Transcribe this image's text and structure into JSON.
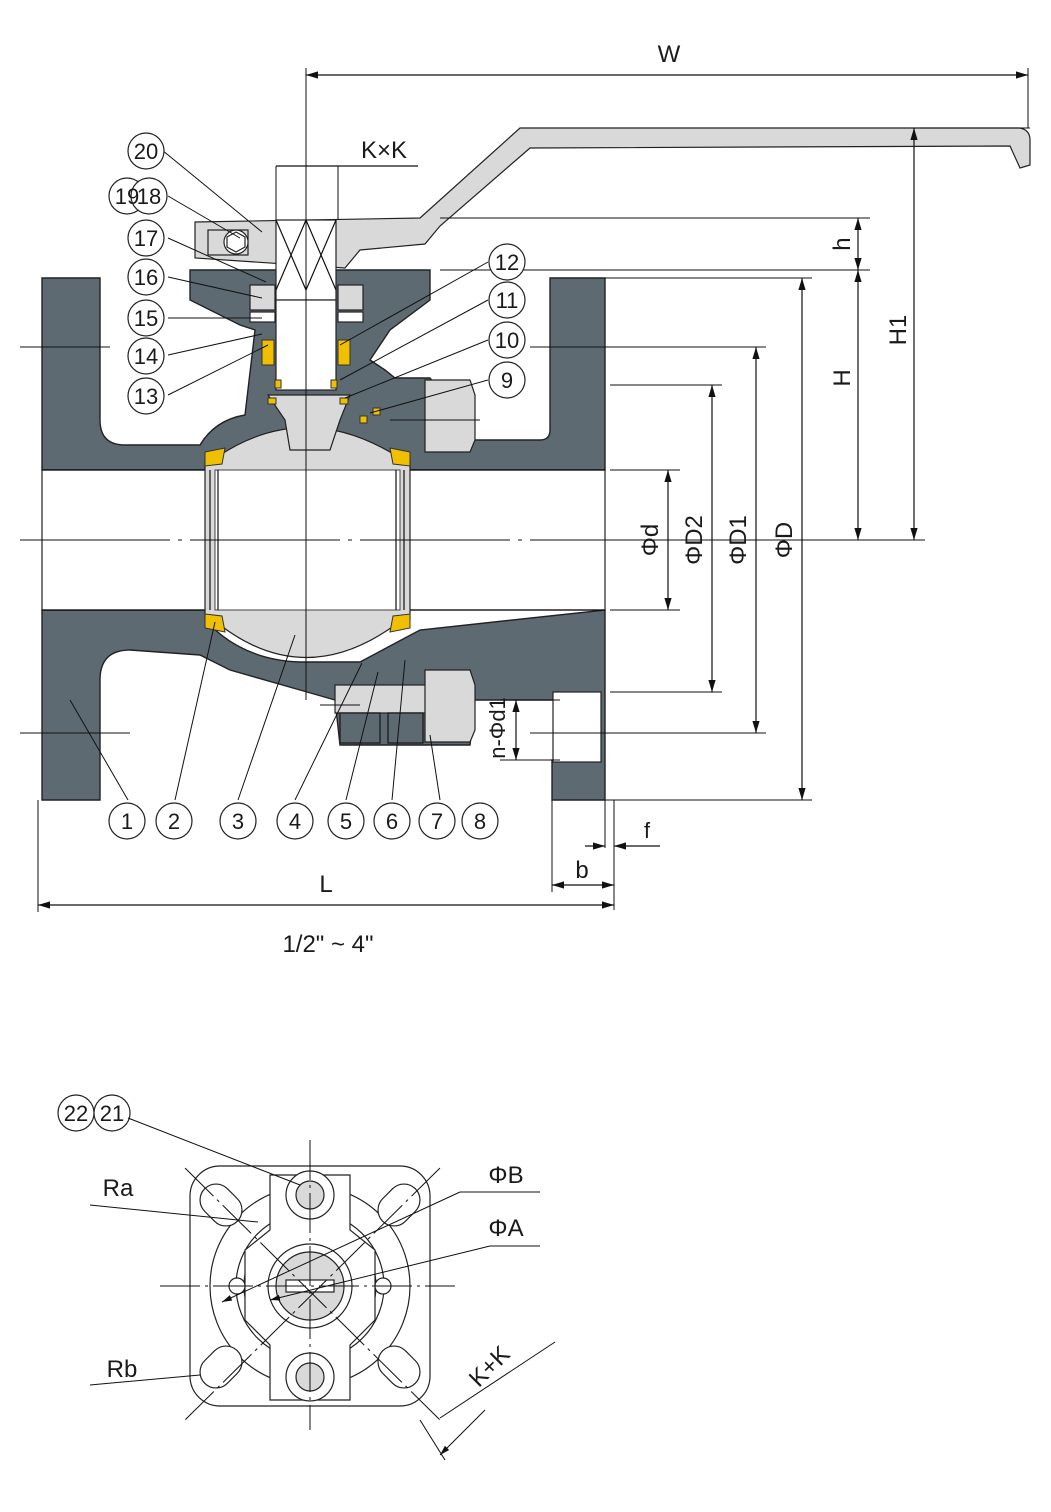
{
  "dimensions": {
    "W": "W",
    "KxK": "K×K",
    "h": "h",
    "H1": "H1",
    "H": "H",
    "phi_d": "Φd",
    "phi_D2": "ΦD2",
    "phi_D1": "ΦD1",
    "phi_D": "ΦD",
    "n_phi_d1": "n-Φd1",
    "f": "f",
    "b": "b",
    "L": "L",
    "size_range": "1/2\" ~ 4\"",
    "phi_B": "ΦB",
    "phi_A": "ΦA",
    "Ra": "Ra",
    "Rb": "Rb",
    "K_plus_K": "K+K"
  },
  "part_numbers": {
    "p1": "1",
    "p2": "2",
    "p3": "3",
    "p4": "4",
    "p5": "5",
    "p6": "6",
    "p7": "7",
    "p8": "8",
    "p9": "9",
    "p10": "10",
    "p11": "11",
    "p12": "12",
    "p13": "13",
    "p14": "14",
    "p15": "15",
    "p16": "16",
    "p17": "17",
    "p18": "18",
    "p19": "19",
    "p20": "20",
    "p21": "21",
    "p22": "22"
  },
  "colors": {
    "body": "#5e6a72",
    "handle": "#d9d9d9",
    "seal": "#f0c000"
  }
}
